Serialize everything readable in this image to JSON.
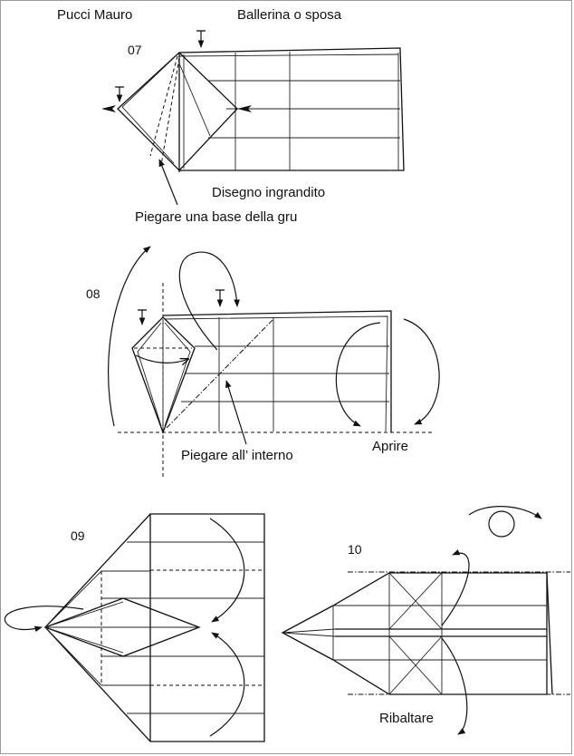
{
  "header": {
    "author": "Pucci Mauro",
    "title": "Ballerina o sposa"
  },
  "steps": [
    {
      "number": "07",
      "labels": [
        "Disegno ingrandito",
        "Piegare una base della gru"
      ]
    },
    {
      "number": "08",
      "labels": [
        "Piegare all’ interno",
        "Aprire"
      ]
    },
    {
      "number": "09",
      "labels": []
    },
    {
      "number": "10",
      "labels": [
        "Ribaltare"
      ]
    }
  ]
}
